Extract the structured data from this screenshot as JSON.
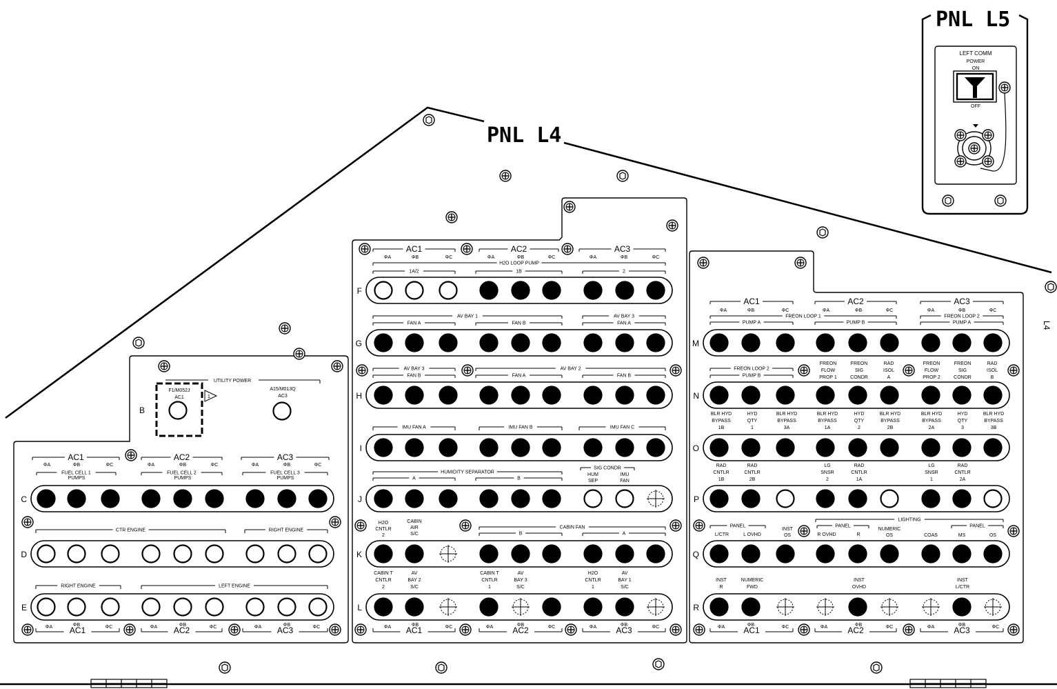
{
  "titles": {
    "l4": "PNL L4",
    "l5": "PNL L5",
    "edge": "L4"
  },
  "l5": {
    "line1": "LEFT COMM",
    "line2": "POWER",
    "on": "ON",
    "off": "OFF"
  },
  "utility": {
    "title": "UTILITY POWER",
    "row": "B",
    "b1_l1": "F1/M052J",
    "b1_l2": "AC1",
    "b2_l1": "A15/M013Q",
    "b2_l2": "AC3",
    "flag": "1"
  },
  "phase": {
    "a": "ΦA",
    "b": "ΦB",
    "c": "ΦC"
  },
  "bus": {
    "ac1": "AC1",
    "ac2": "AC2",
    "ac3": "AC3"
  },
  "left": {
    "c": {
      "label": "C",
      "cell1": "FUEL CELL 1",
      "cell2": "FUEL CELL 2",
      "cell3": "FUEL CELL 3",
      "pumps": "PUMPS",
      "state": [
        1,
        1,
        1,
        1,
        1,
        1,
        1,
        1,
        1
      ]
    },
    "d": {
      "label": "D",
      "ctr": "CTR ENGINE",
      "right": "RIGHT ENGINE",
      "state": [
        0,
        0,
        0,
        0,
        0,
        0,
        0,
        0,
        0
      ]
    },
    "e": {
      "label": "E",
      "right": "RIGHT ENGINE",
      "left": "LEFT ENGINE",
      "state": [
        0,
        0,
        0,
        0,
        0,
        0,
        0,
        0,
        0
      ]
    }
  },
  "mid": {
    "h2o_pump": "H2O LOOP PUMP",
    "f": {
      "label": "F",
      "g1": "1A/2",
      "g2": "1B",
      "g3": "2",
      "state": [
        0,
        0,
        0,
        1,
        1,
        1,
        1,
        1,
        1
      ]
    },
    "g": {
      "label": "G",
      "avbay1": "AV BAY 1",
      "avbay3": "AV BAY 3",
      "fana": "FAN A",
      "fanb": "FAN B",
      "state": [
        1,
        1,
        1,
        1,
        1,
        1,
        1,
        1,
        1
      ]
    },
    "h": {
      "label": "H",
      "avbay3": "AV BAY 3",
      "avbay2": "AV BAY 2",
      "fanb": "FAN B",
      "fana": "FAN A",
      "state": [
        1,
        1,
        1,
        1,
        1,
        1,
        1,
        1,
        1
      ]
    },
    "i": {
      "label": "I",
      "imua": "IMU FAN A",
      "imub": "IMU FAN B",
      "imuc": "IMU FAN C",
      "state": [
        1,
        1,
        1,
        1,
        1,
        1,
        1,
        1,
        1
      ]
    },
    "j": {
      "label": "J",
      "hum": "HUMIDITY SEPARATOR",
      "a": "A",
      "b": "B",
      "sig": "SIG CONDR",
      "humsep1": "HUM",
      "humsep2": "SEP",
      "imufan1": "IMU",
      "imufan2": "FAN",
      "state": [
        1,
        1,
        1,
        1,
        1,
        1,
        0,
        0,
        2
      ]
    },
    "k": {
      "label": "K",
      "h2oc1": "H2O",
      "h2oc2": "CNTLR",
      "h2oc3": "2",
      "cab1": "CABIN",
      "cab2": "AIR",
      "cab3": "S/C",
      "cabinfan": "CABIN FAN",
      "b": "B",
      "a": "A",
      "state": [
        1,
        1,
        2,
        1,
        1,
        1,
        1,
        1,
        1
      ]
    },
    "l": {
      "label": "L",
      "t1a": "CABIN T",
      "t1b": "CNTLR",
      "t1c": "2",
      "t2a": "AV",
      "t2b": "BAY 2",
      "t2c": "S/C",
      "t3a": "CABIN T",
      "t3b": "CNTLR",
      "t3c": "1",
      "t4a": "AV",
      "t4b": "BAY 3",
      "t4c": "S/C",
      "t5a": "H2O",
      "t5b": "CNTLR",
      "t5c": "1",
      "t6a": "AV",
      "t6b": "BAY 1",
      "t6c": "S/C",
      "state": [
        1,
        1,
        2,
        1,
        2,
        1,
        1,
        1,
        2
      ]
    }
  },
  "right": {
    "freon1": "FREON LOOP 1",
    "freon2": "FREON LOOP 2",
    "pumpa": "PUMP A",
    "pumpb": "PUMP B",
    "m": {
      "label": "M",
      "state": [
        1,
        1,
        1,
        1,
        1,
        1,
        1,
        1,
        1
      ]
    },
    "n": {
      "label": "N",
      "freon2": "FREON LOOP 2",
      "pumpb": "PUMP B",
      "c4a": "FREON",
      "c4b": "FLOW",
      "c4c": "PROP 1",
      "c5a": "FREON",
      "c5b": "SIG",
      "c5c": "CONDR",
      "c6a": "RAD",
      "c6b": "ISOL",
      "c6c": "A",
      "c7a": "FREON",
      "c7b": "FLOW",
      "c7c": "PROP 2",
      "c8a": "FREON",
      "c8b": "SIG",
      "c8c": "CONDR",
      "c9a": "RAD",
      "c9b": "ISOL",
      "c9c": "B",
      "state": [
        1,
        1,
        1,
        1,
        1,
        1,
        1,
        1,
        1
      ]
    },
    "o": {
      "label": "O",
      "c1a": "BLR HYD",
      "c1b": "BYPASS",
      "c1c": "1B",
      "c2a": "HYD",
      "c2b": "QTY",
      "c2c": "1",
      "c3a": "BLR HYD",
      "c3b": "BYPASS",
      "c3c": "3A",
      "c4a": "BLR HYD",
      "c4b": "BYPASS",
      "c4c": "1A",
      "c5a": "HYD",
      "c5b": "QTY",
      "c5c": "2",
      "c6a": "BLR HYD",
      "c6b": "BYPASS",
      "c6c": "2B",
      "c7a": "BLR HYD",
      "c7b": "BYPASS",
      "c7c": "2A",
      "c8a": "HYD",
      "c8b": "QTY",
      "c8c": "3",
      "c9a": "BLR HYD",
      "c9b": "BYPASS",
      "c9c": "3B",
      "state": [
        1,
        1,
        1,
        1,
        1,
        1,
        1,
        1,
        1
      ]
    },
    "p": {
      "label": "P",
      "c1a": "RAD",
      "c1b": "CNTLR",
      "c1c": "1B",
      "c2a": "RAD",
      "c2b": "CNTLR",
      "c2c": "2B",
      "c4a": "LG",
      "c4b": "SNSR",
      "c4c": "2",
      "c5a": "RAD",
      "c5b": "CNTLR",
      "c5c": "1A",
      "c7a": "LG",
      "c7b": "SNSR",
      "c7c": "1",
      "c8a": "RAD",
      "c8b": "CNTLR",
      "c8c": "2A",
      "state": [
        1,
        1,
        0,
        1,
        1,
        0,
        1,
        1,
        0
      ]
    },
    "q": {
      "label": "Q",
      "lighting": "LIGHTING",
      "panel": "PANEL",
      "lctr": "L/CTR",
      "lovhd": "L OVHD",
      "inst1": "INST",
      "inst2": "OS",
      "rovhd": "R OVHD",
      "r": "R",
      "num1": "NUMERIC",
      "num2": "OS",
      "coas": "COAS",
      "ms": "MS",
      "os": "OS",
      "state": [
        1,
        1,
        1,
        1,
        1,
        1,
        1,
        1,
        1
      ]
    },
    "r": {
      "label": "R",
      "c1a": "INST",
      "c1b": "R",
      "c2a": "NUMERIC",
      "c2b": "FWD",
      "c5a": "INST",
      "c5b": "OVHD",
      "c8a": "INST",
      "c8b": "L/CTR",
      "state": [
        1,
        1,
        2,
        2,
        1,
        2,
        2,
        1,
        2
      ]
    }
  }
}
